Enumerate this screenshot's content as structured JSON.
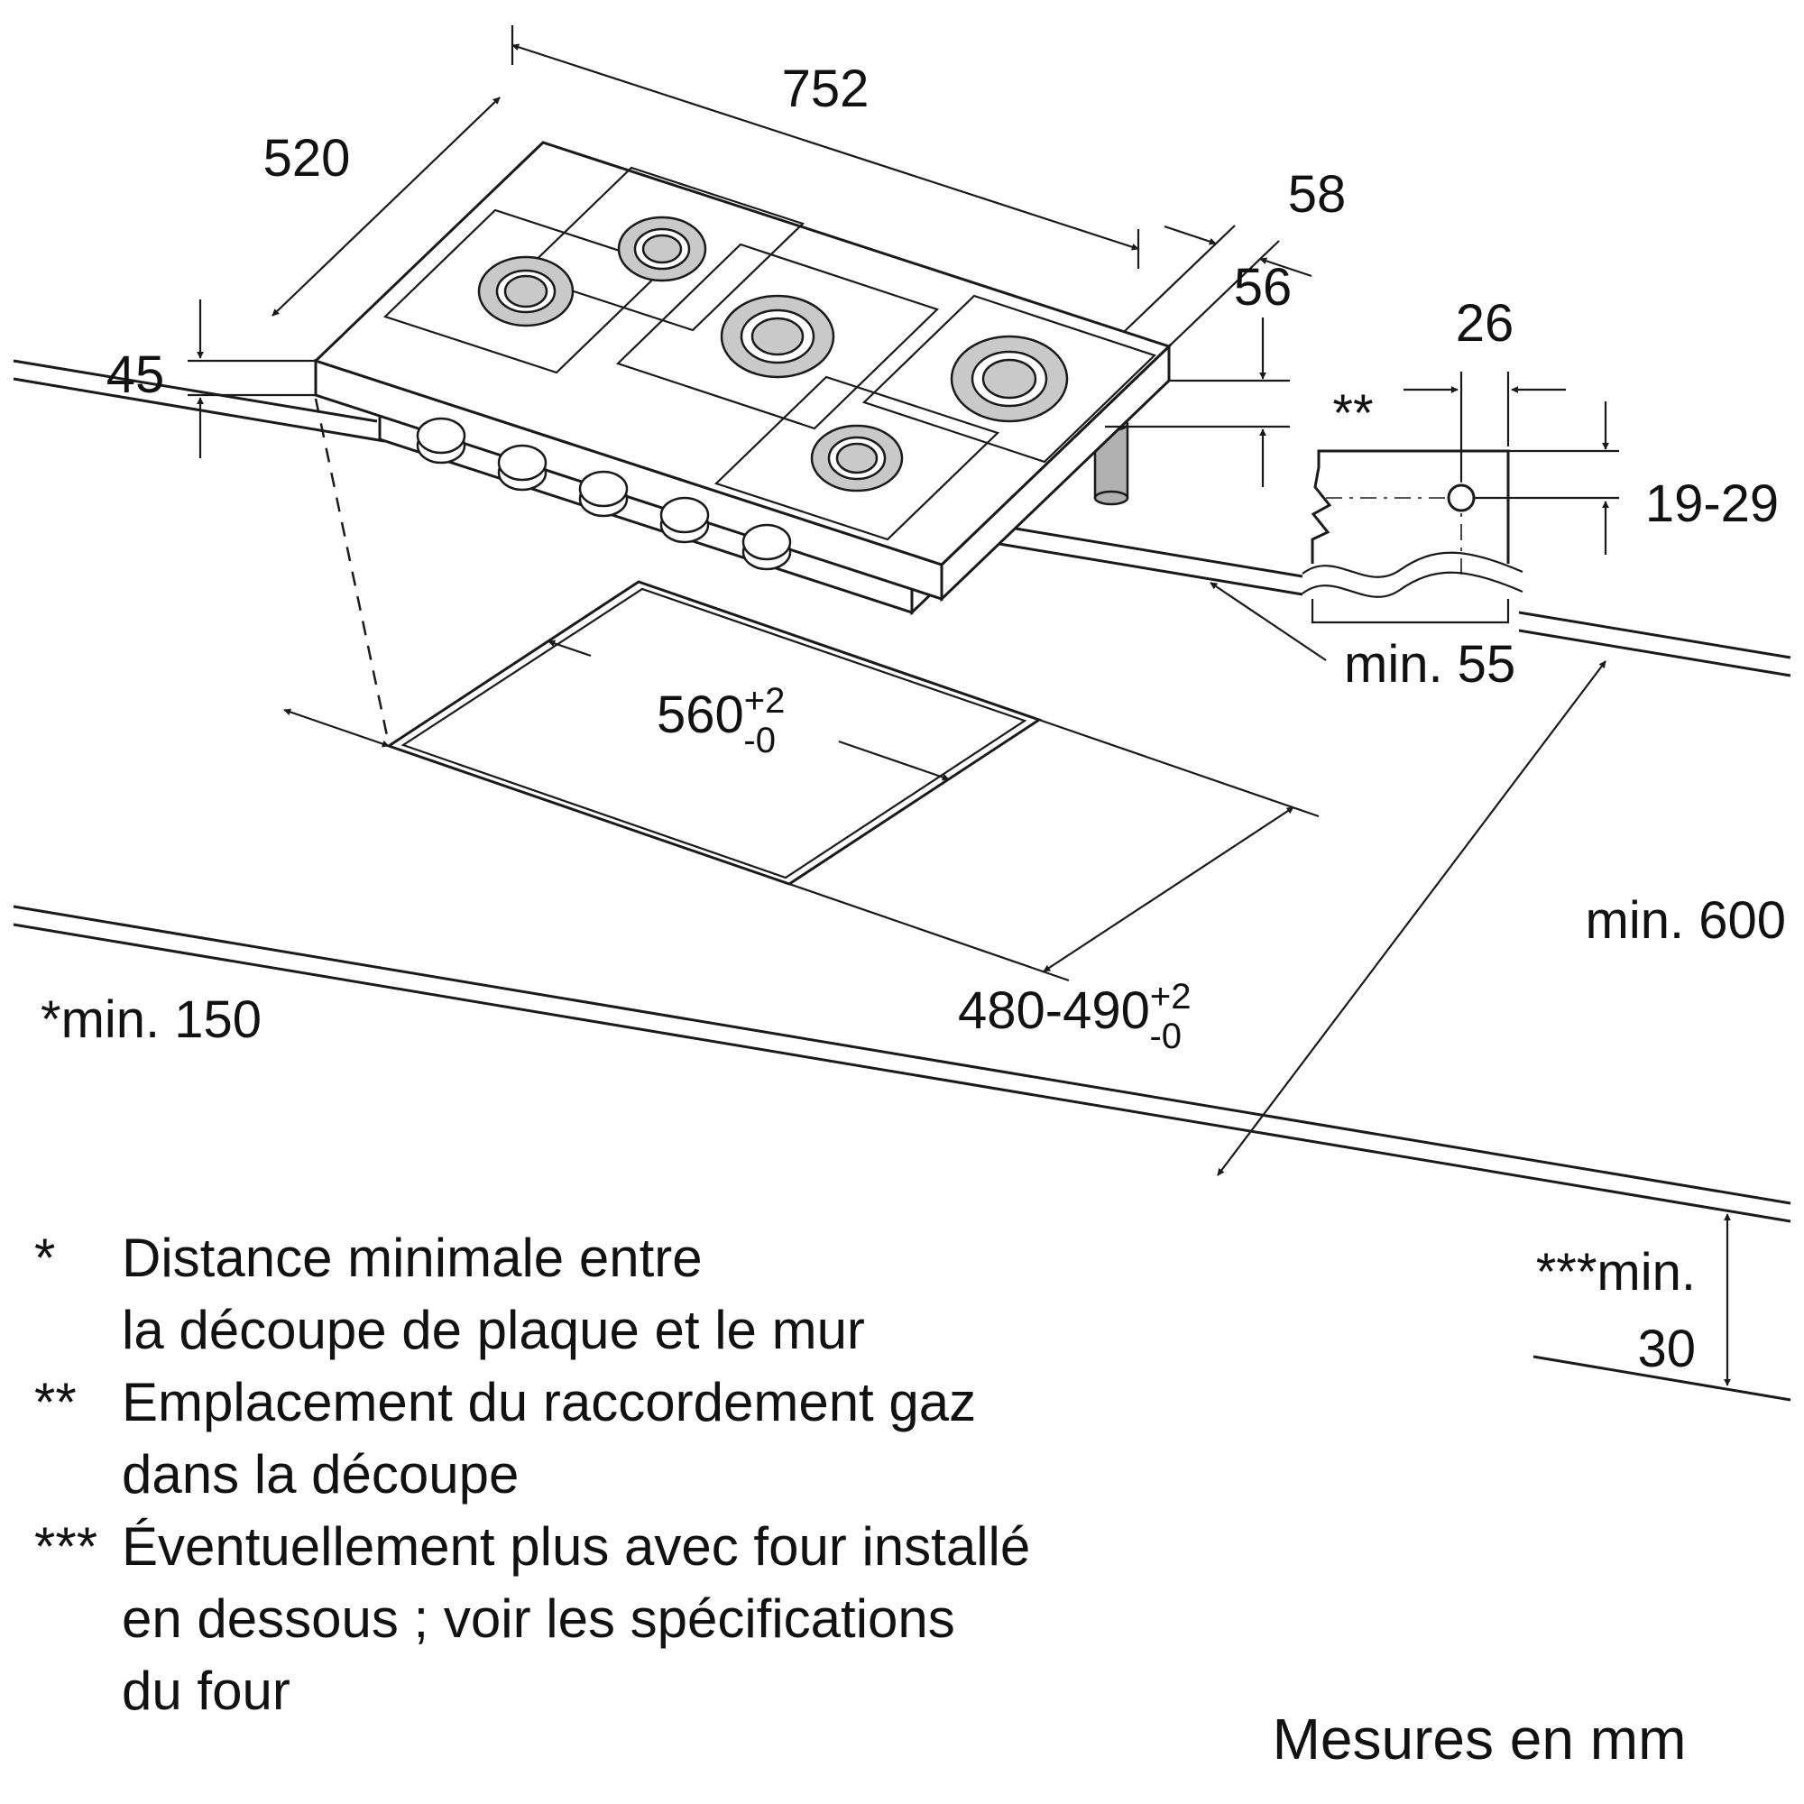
{
  "hob": {
    "width": "752",
    "depth": "520",
    "height": "45",
    "edge_gap": "58",
    "tub_depth": "56"
  },
  "section": {
    "gas_offset": "26",
    "gas_note_marker": "**",
    "gas_vertical_range": "19-29"
  },
  "cutout": {
    "width": "560",
    "width_tol_plus": "+2",
    "width_tol_minus": "-0",
    "depth": "480-490",
    "depth_tol_plus": "+2",
    "depth_tol_minus": "-0"
  },
  "clearances": {
    "rear": "min. 55",
    "side": "*min. 150",
    "front": "min. 600",
    "below_label": "***min.",
    "below_value": "30"
  },
  "footnotes": [
    {
      "marker": "*",
      "lines": [
        "Distance minimale entre",
        "la découpe de plaque et le mur"
      ]
    },
    {
      "marker": "**",
      "lines": [
        "Emplacement du raccordement gaz",
        "dans la découpe"
      ]
    },
    {
      "marker": "***",
      "lines": [
        "Éventuellement plus avec four installé",
        "en dessous ; voir les spécifications",
        "du four"
      ]
    }
  ],
  "footer": "Mesures en mm"
}
